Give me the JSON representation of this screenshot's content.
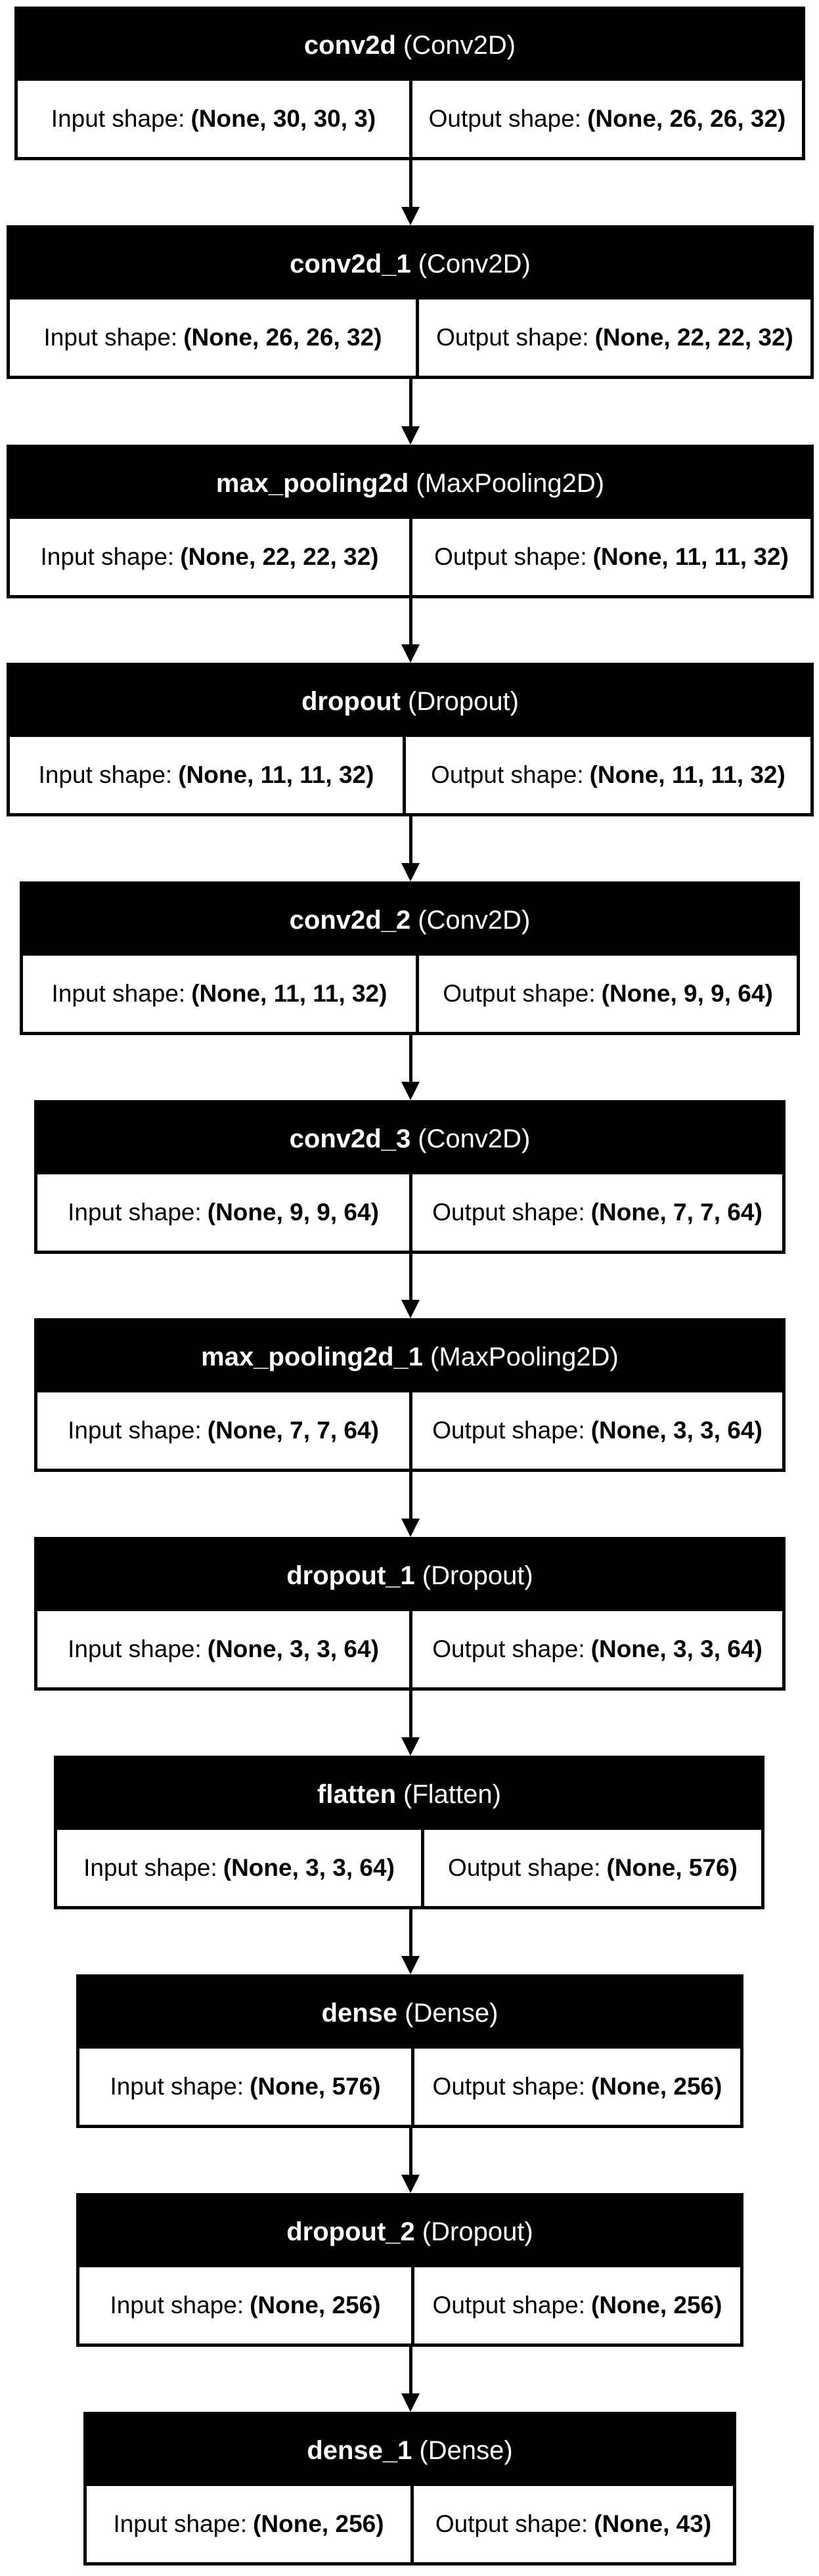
{
  "diagram": {
    "input_label": "Input shape:",
    "output_label": "Output shape:",
    "layers": [
      {
        "name": "conv2d",
        "type": "(Conv2D)",
        "input_shape": "(None, 30, 30, 3)",
        "output_shape": "(None, 26, 26, 32)"
      },
      {
        "name": "conv2d_1",
        "type": "(Conv2D)",
        "input_shape": "(None, 26, 26, 32)",
        "output_shape": "(None, 22, 22, 32)"
      },
      {
        "name": "max_pooling2d",
        "type": "(MaxPooling2D)",
        "input_shape": "(None, 22, 22, 32)",
        "output_shape": "(None, 11, 11, 32)"
      },
      {
        "name": "dropout",
        "type": "(Dropout)",
        "input_shape": "(None, 11, 11, 32)",
        "output_shape": "(None, 11, 11, 32)"
      },
      {
        "name": "conv2d_2",
        "type": "(Conv2D)",
        "input_shape": "(None, 11, 11, 32)",
        "output_shape": "(None, 9, 9, 64)"
      },
      {
        "name": "conv2d_3",
        "type": "(Conv2D)",
        "input_shape": "(None, 9, 9, 64)",
        "output_shape": "(None, 7, 7, 64)"
      },
      {
        "name": "max_pooling2d_1",
        "type": "(MaxPooling2D)",
        "input_shape": "(None, 7, 7, 64)",
        "output_shape": "(None, 3, 3, 64)"
      },
      {
        "name": "dropout_1",
        "type": "(Dropout)",
        "input_shape": "(None, 3, 3, 64)",
        "output_shape": "(None, 3, 3, 64)"
      },
      {
        "name": "flatten",
        "type": "(Flatten)",
        "input_shape": "(None, 3, 3, 64)",
        "output_shape": "(None, 576)"
      },
      {
        "name": "dense",
        "type": "(Dense)",
        "input_shape": "(None, 576)",
        "output_shape": "(None, 256)"
      },
      {
        "name": "dropout_2",
        "type": "(Dropout)",
        "input_shape": "(None, 256)",
        "output_shape": "(None, 256)"
      },
      {
        "name": "dense_1",
        "type": "(Dense)",
        "input_shape": "(None, 256)",
        "output_shape": "(None, 43)"
      }
    ]
  }
}
